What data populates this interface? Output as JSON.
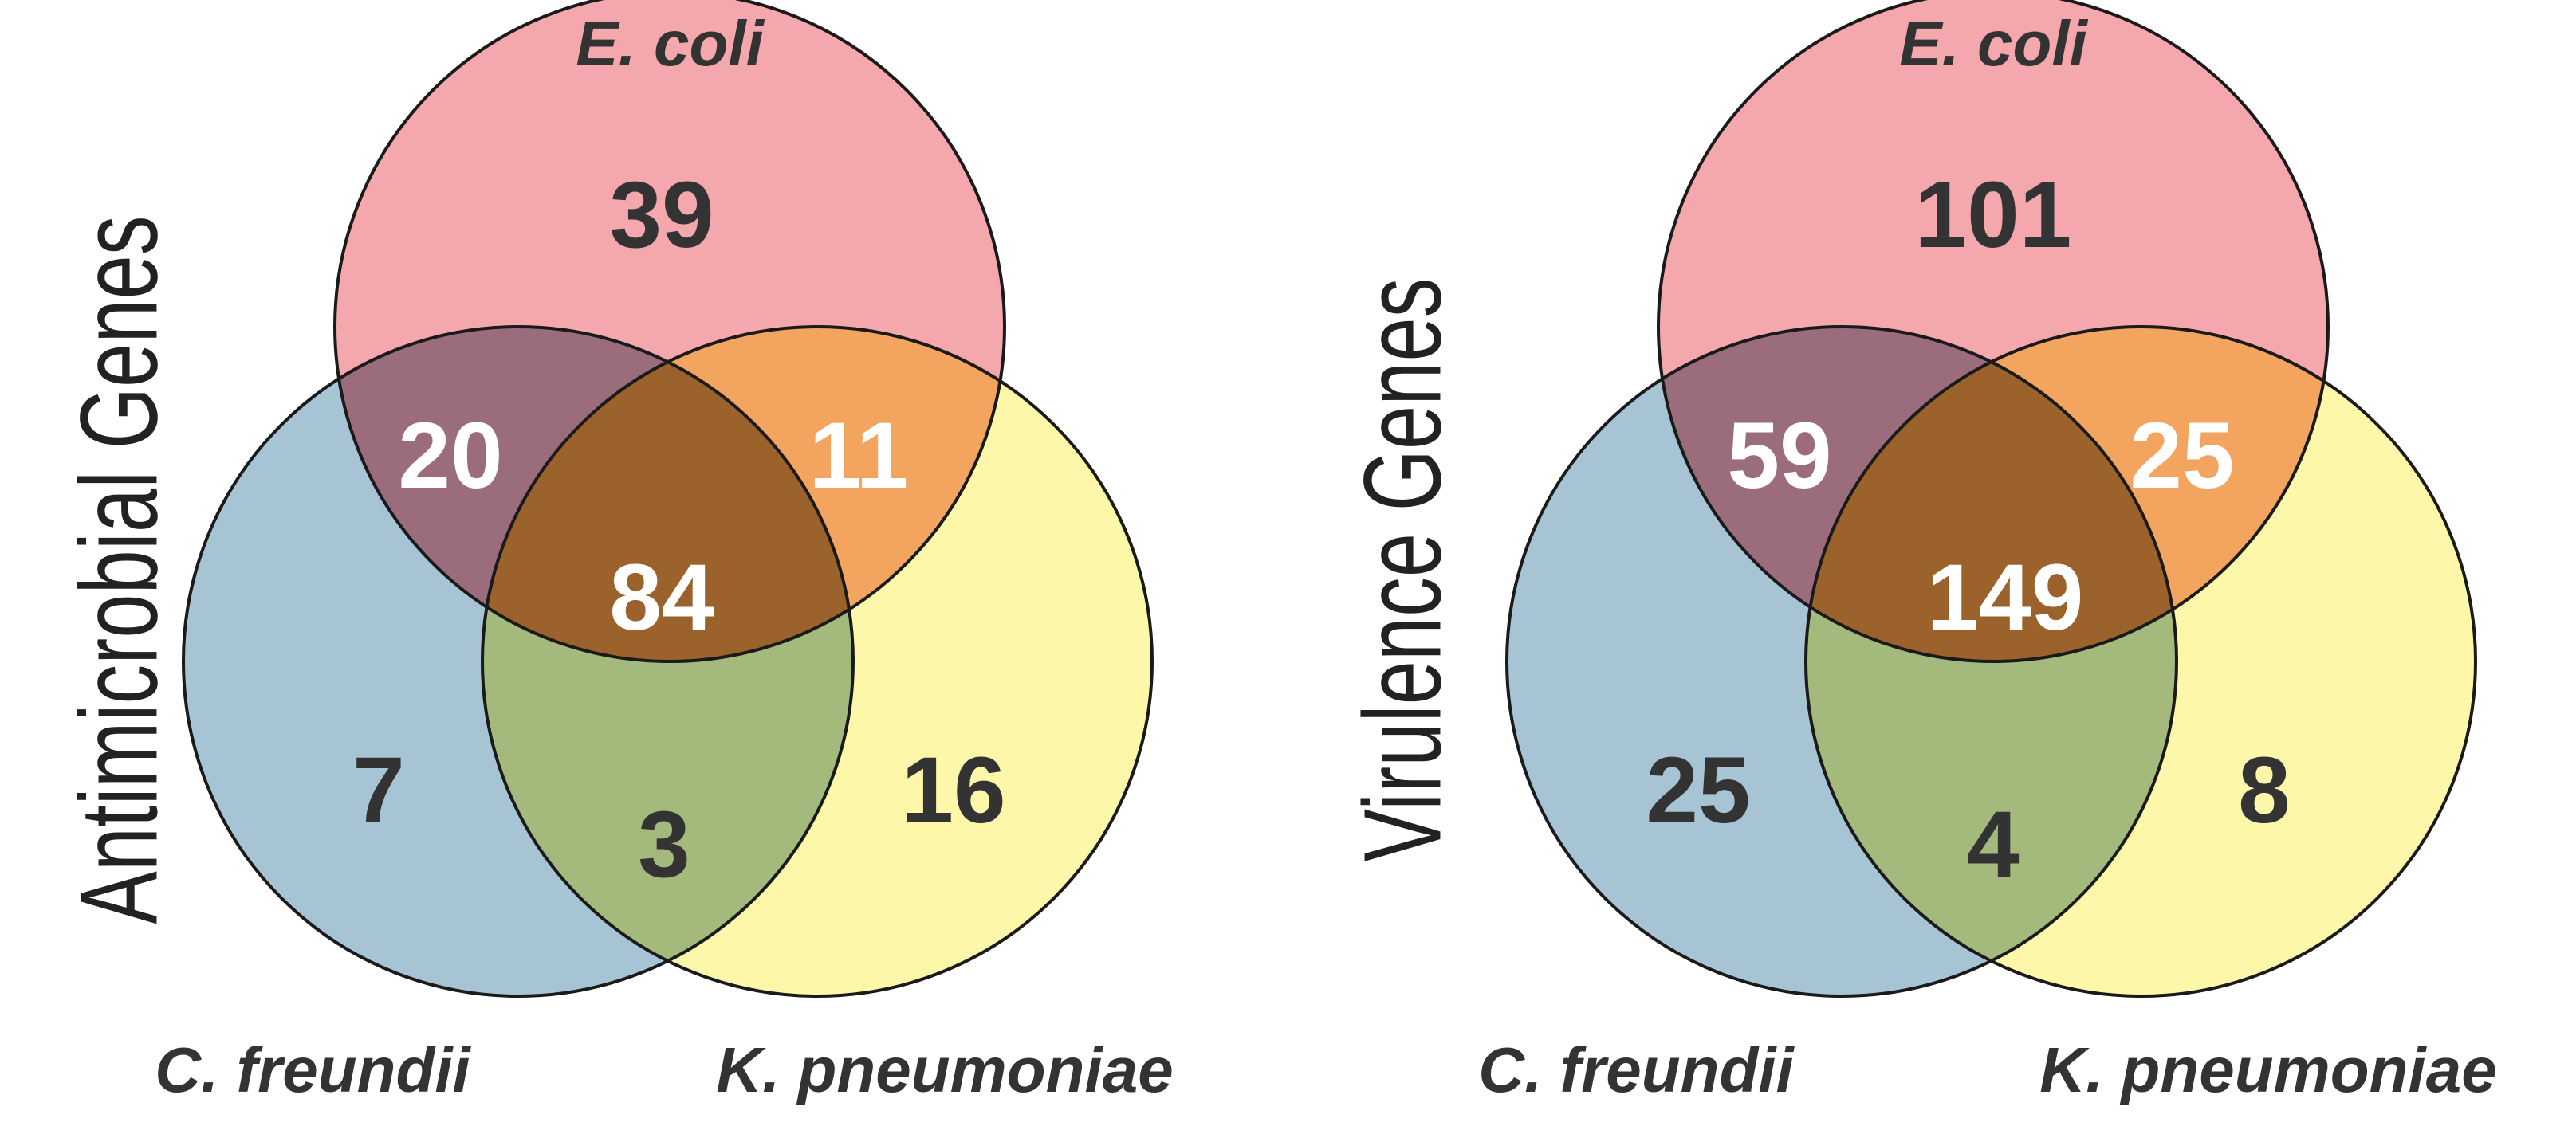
{
  "colors": {
    "ecoli": "#f4a7ac",
    "cfreundii": "#a7c4d4",
    "kpneumoniae": "#fdf7a9",
    "ecoli_cfreundii": "#9b6d7c",
    "ecoli_kpneumoniae": "#f3a560",
    "cfreundii_kpneumoniae": "#a4b97c",
    "all": "#9c622b",
    "stroke": "#1a1a1a",
    "text_dark": "#333333",
    "text_light": "#ffffff"
  },
  "diagrams": [
    {
      "side_label": "Antimicrobial Genes",
      "labels": {
        "ecoli": "E. coli",
        "cfreundii": "C. freundii",
        "kpneumoniae": "K. pneumoniae"
      },
      "counts": {
        "ecoli_only": "39",
        "ecoli_cfreundii": "20",
        "ecoli_kpneumoniae": "11",
        "all": "84",
        "cfreundii_only": "7",
        "cfreundii_kpneumoniae": "3",
        "kpneumoniae_only": "16"
      }
    },
    {
      "side_label": "Virulence Genes",
      "labels": {
        "ecoli": "E. coli",
        "cfreundii": "C. freundii",
        "kpneumoniae": "K. pneumoniae"
      },
      "counts": {
        "ecoli_only": "101",
        "ecoli_cfreundii": "59",
        "ecoli_kpneumoniae": "25",
        "all": "149",
        "cfreundii_only": "25",
        "cfreundii_kpneumoniae": "4",
        "kpneumoniae_only": "8"
      }
    }
  ]
}
